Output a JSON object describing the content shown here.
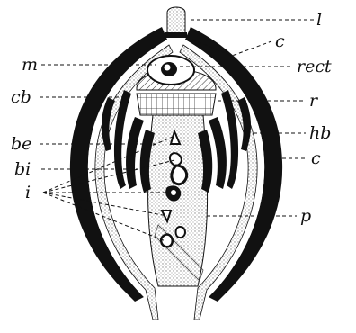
{
  "figure": {
    "labels": {
      "l": "l",
      "c_top": "c",
      "m": "m",
      "rect": "rect",
      "cb": "cb",
      "r": "r",
      "be": "be",
      "hb": "hb",
      "bi": "bi",
      "c_right": "c",
      "i": "i",
      "p": "p"
    },
    "colors": {
      "ink": "#111111",
      "stipple": "#bdbdbd",
      "background": "#ffffff"
    }
  }
}
